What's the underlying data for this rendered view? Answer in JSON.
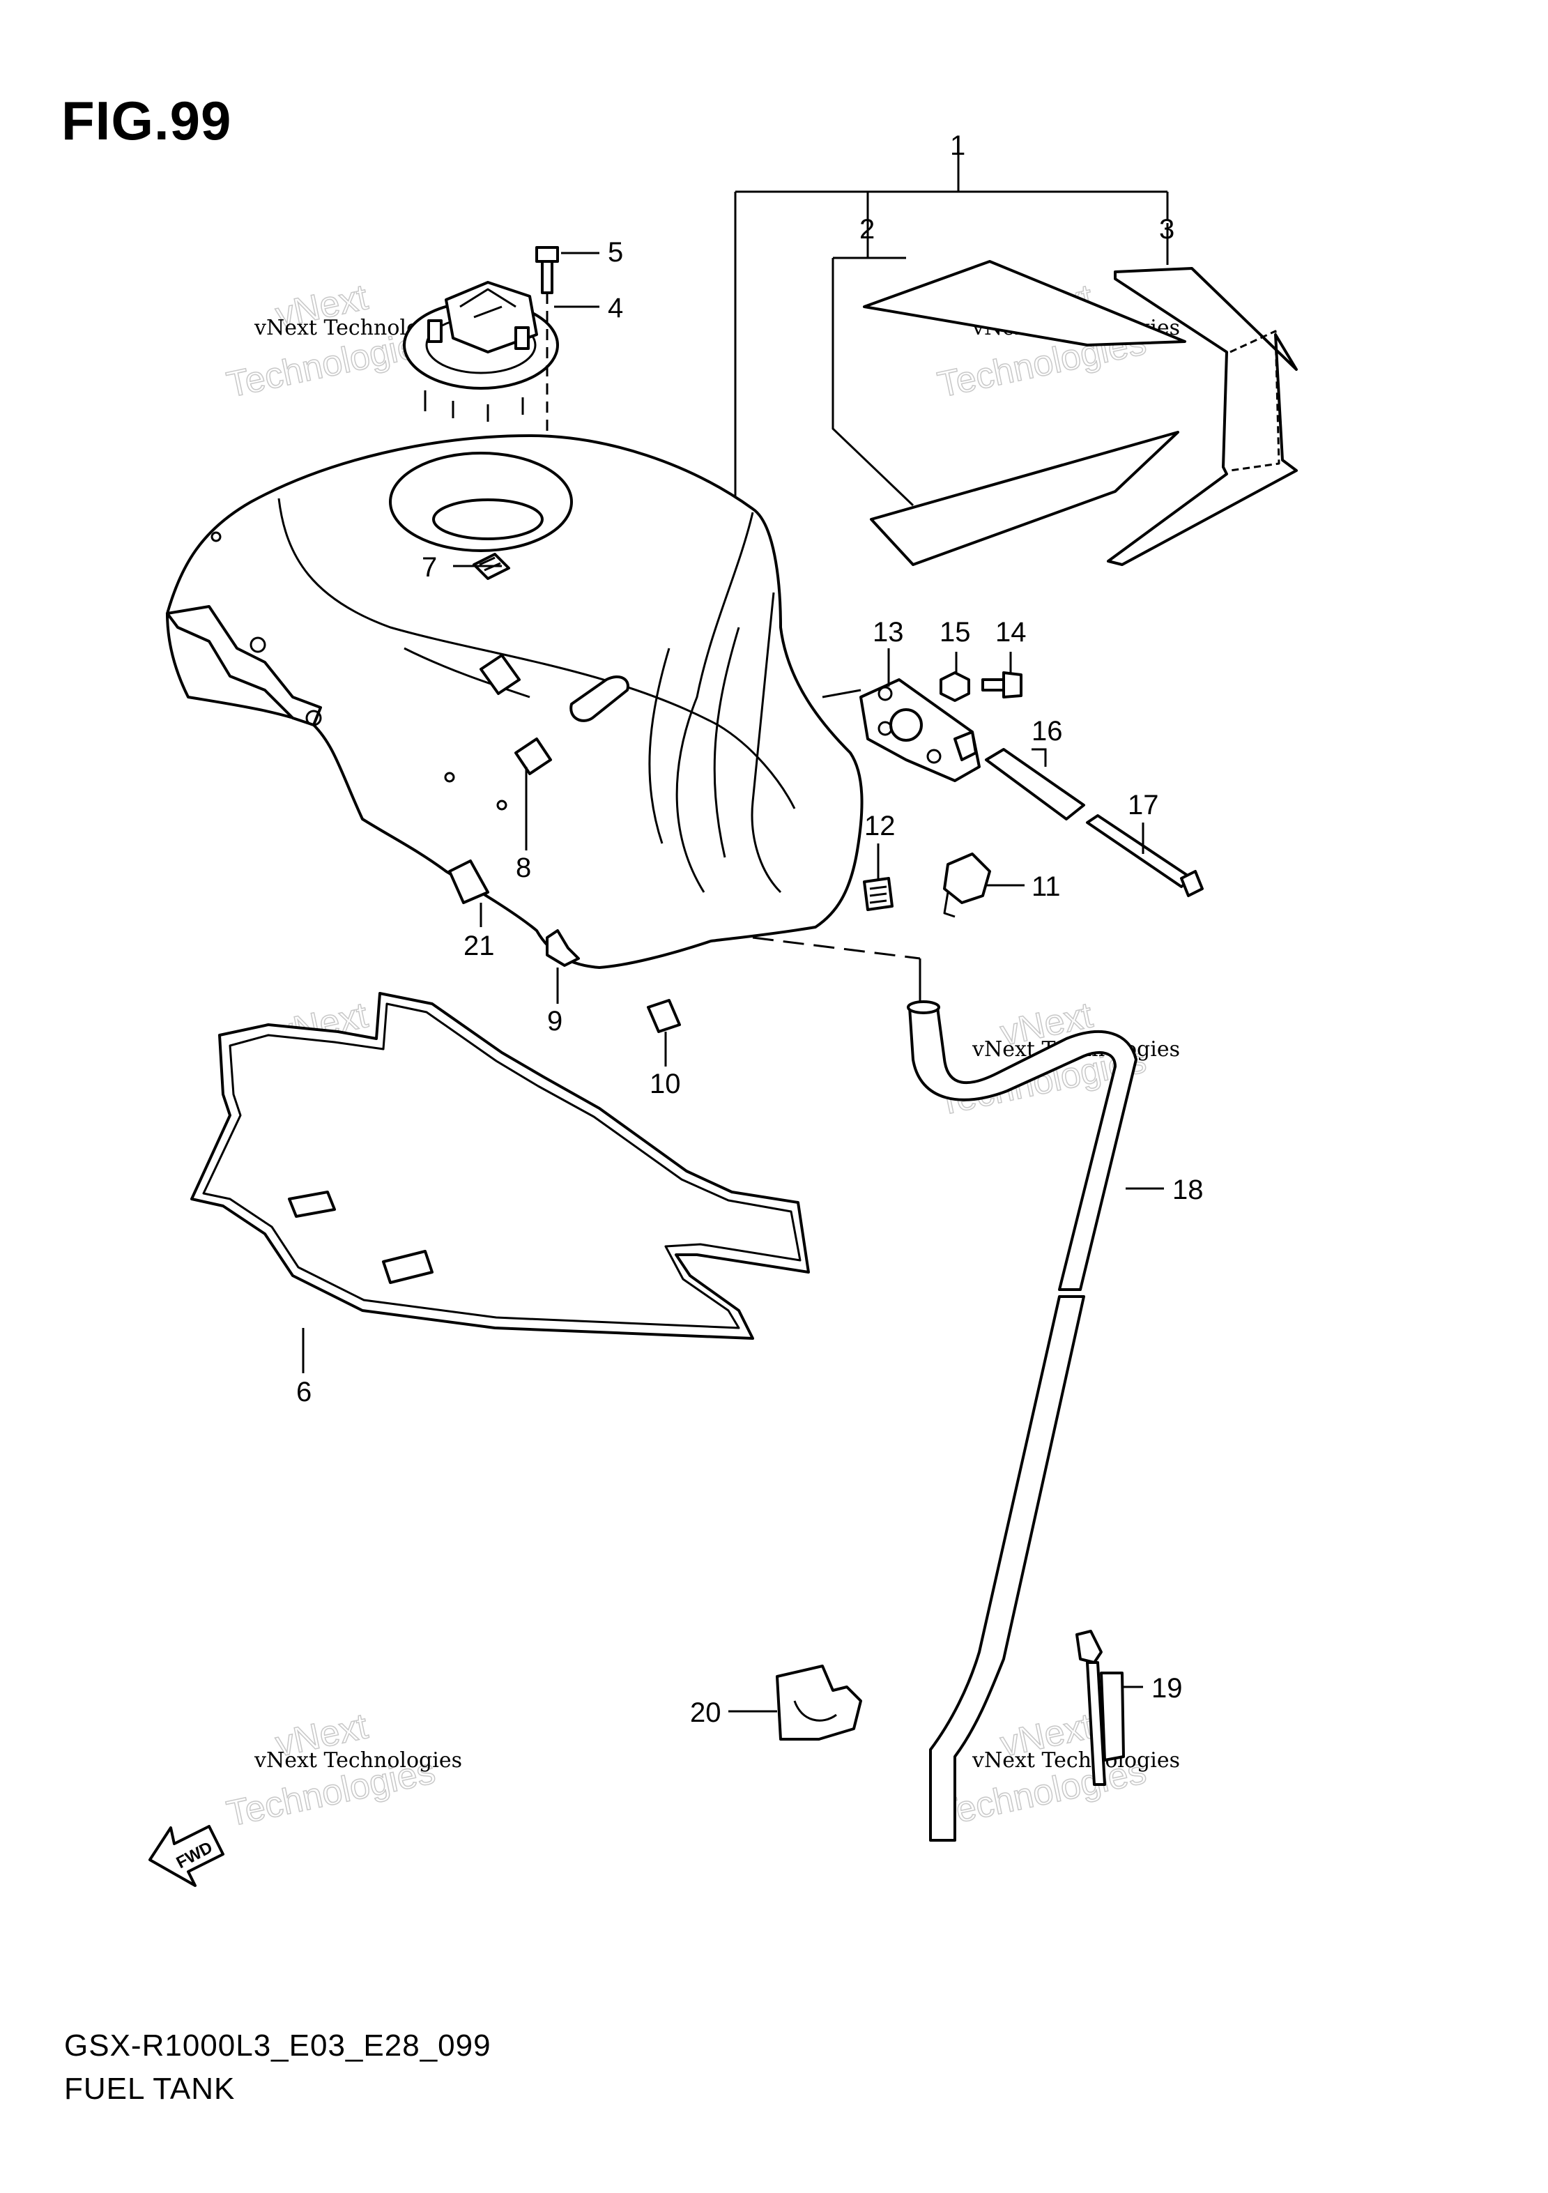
{
  "figure": {
    "title": "FIG.99",
    "code": "GSX-R1000L3_E03_E28_099",
    "name": "FUEL TANK"
  },
  "fwd_arrow": {
    "label": "FWD"
  },
  "watermark": {
    "line1": "vNext Technologies",
    "line2": "Technologies",
    "overlay": "vNext"
  },
  "callouts": [
    "1",
    "2",
    "3",
    "4",
    "5",
    "6",
    "7",
    "8",
    "9",
    "10",
    "11",
    "12",
    "13",
    "14",
    "15",
    "16",
    "17",
    "18",
    "19",
    "20",
    "21"
  ],
  "icons": [
    "fwd-arrow-icon"
  ]
}
